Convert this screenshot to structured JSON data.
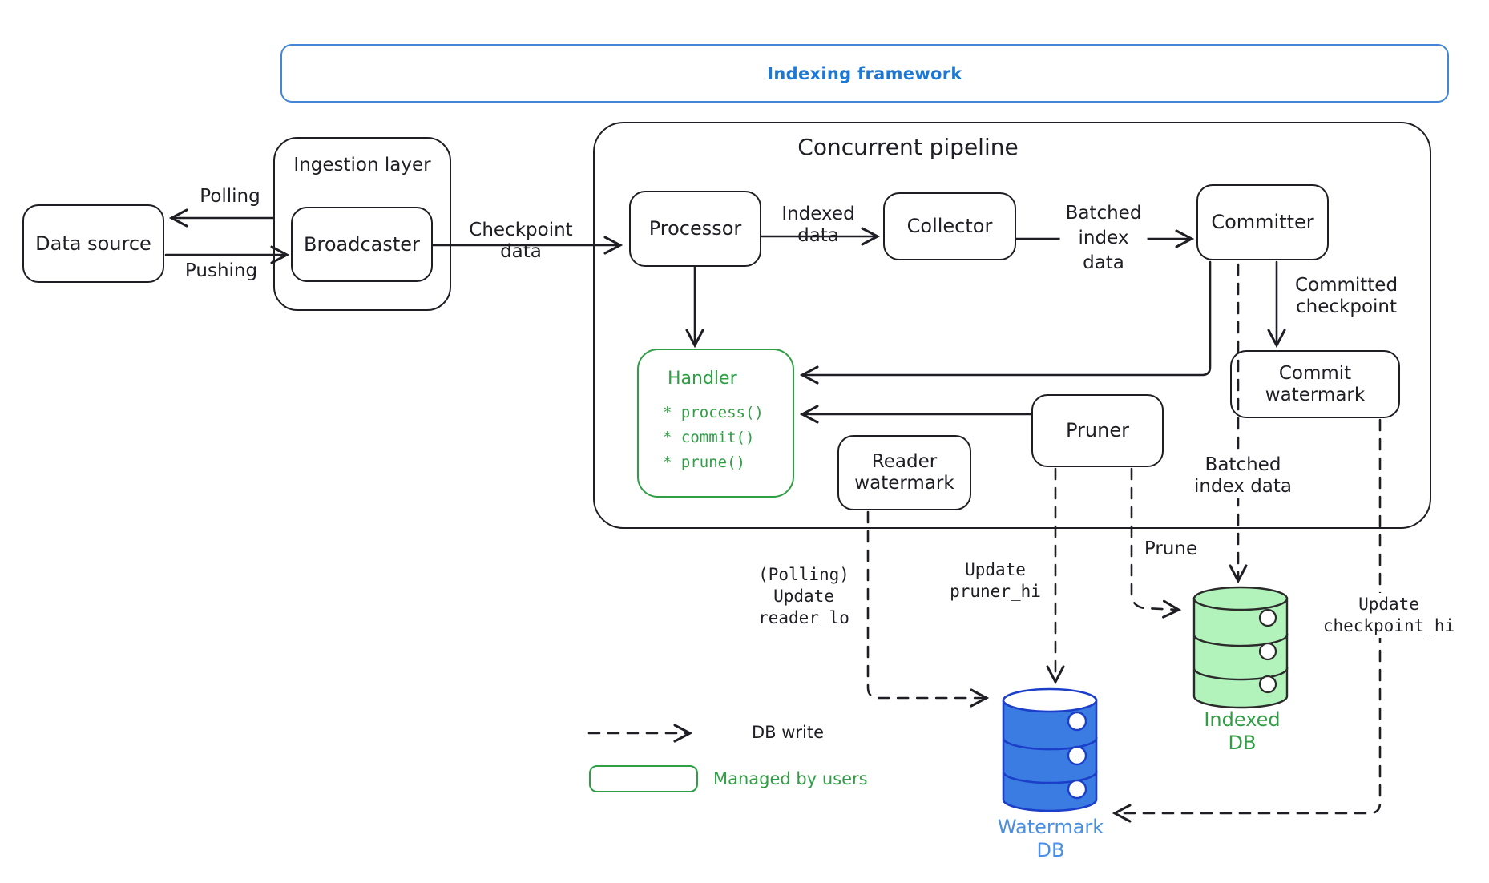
{
  "frame": {
    "title": "Indexing framework"
  },
  "nodes": {
    "data_source": "Data source",
    "ingestion": "Ingestion layer",
    "broadcaster": "Broadcaster",
    "pipeline": "Concurrent pipeline",
    "processor": "Processor",
    "collector": "Collector",
    "committer": "Committer",
    "pruner": "Pruner",
    "reader_watermark": "Reader\nwatermark",
    "commit_watermark": "Commit\nwatermark",
    "handler": {
      "title": "Handler",
      "items": [
        "* process()",
        "* commit()",
        "* prune()"
      ]
    }
  },
  "edges": {
    "polling": "Polling",
    "pushing": "Pushing",
    "checkpoint_data": "Checkpoint\ndata",
    "indexed_data": "Indexed\ndata",
    "batched_index_data": "Batched\nindex\ndata",
    "committed_checkpoint": "Committed\ncheckpoint",
    "batched_index_data_2": "Batched\nindex data",
    "prune": "Prune",
    "update_pruner_hi": "Update\npruner_hi",
    "update_reader_lo": "(Polling)\nUpdate\nreader_lo",
    "update_checkpoint_hi": "Update\ncheckpoint_hi"
  },
  "databases": {
    "watermark": {
      "name": "Watermark\nDB",
      "fill": "#3b7ce2",
      "stroke": "#1b3fc9",
      "label_color": "#4b8fe2"
    },
    "indexed": {
      "name": "Indexed\nDB",
      "fill": "#b2f2bb",
      "stroke": "#2b2b2b",
      "label_color": "#2f9e44"
    }
  },
  "legend": {
    "db_write": "DB write",
    "managed_by_users": "Managed by users"
  },
  "colors": {
    "ink": "#1e1e24",
    "blue_accent": "#1c78d4",
    "frame_border": "#4286d8",
    "green": "#2f9e44",
    "green_fill": "#b2f2bb"
  }
}
